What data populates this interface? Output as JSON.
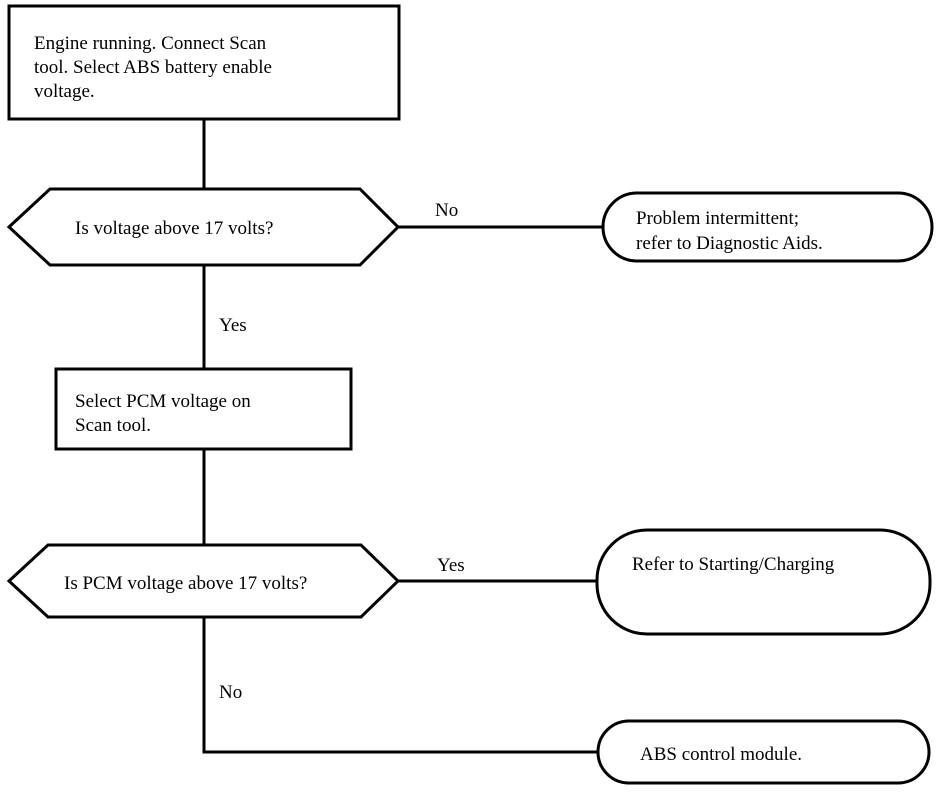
{
  "nodes": {
    "start": {
      "lines": [
        "Engine running.  Connect Scan",
        "tool. Select ABS battery enable",
        "voltage."
      ]
    },
    "decision_1": {
      "lines": [
        "Is voltage  above 17 volts?"
      ]
    },
    "terminal_intermittent": {
      "lines": [
        "Problem intermittent;",
        "refer to Diagnostic Aids."
      ]
    },
    "step_pcm": {
      "lines": [
        "Select PCM voltage on",
        "Scan tool."
      ]
    },
    "decision_2": {
      "lines": [
        "Is PCM voltage above 17 volts?"
      ]
    },
    "terminal_charging": {
      "lines": [
        "Refer to   Starting/Charging"
      ]
    },
    "terminal_abs": {
      "lines": [
        "ABS control module."
      ]
    }
  },
  "edges": {
    "d1_no": "No",
    "d1_yes": "Yes",
    "d2_yes": "Yes",
    "d2_no": "No"
  }
}
